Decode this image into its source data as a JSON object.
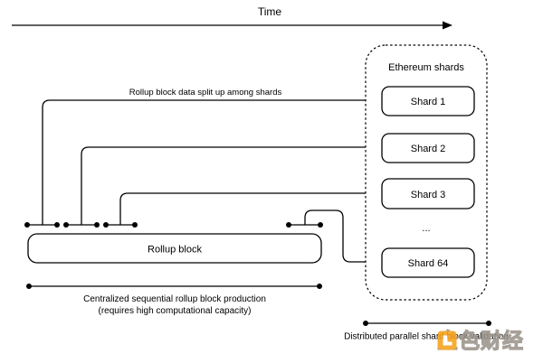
{
  "diagram": {
    "time_label": "Time",
    "split_label": "Rollup block data split up among shards",
    "rollup_block_label": "Rollup block",
    "bottom_caption_line1": "Centralized sequential rollup block production",
    "bottom_caption_line2": "(requires high computational capacity)",
    "right_caption": "Distributed parallel shard block validation",
    "shards_group_label": "Ethereum shards",
    "shards": [
      {
        "label": "Shard 1"
      },
      {
        "label": "Shard 2"
      },
      {
        "label": "Shard 3"
      },
      {
        "label": "Shard 64"
      }
    ],
    "ellipsis": "...",
    "colors": {
      "stroke": "#000000",
      "background": "#ffffff",
      "watermark_orange": "#f7a11a",
      "watermark_gray": "#9a948a"
    }
  },
  "watermark": {
    "text": "金色财经"
  }
}
